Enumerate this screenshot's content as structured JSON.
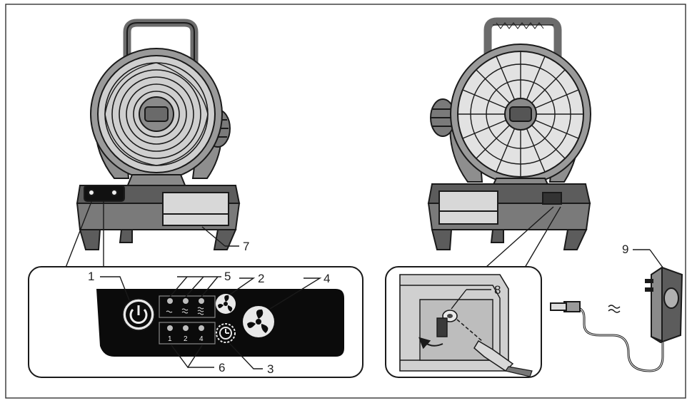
{
  "callouts": [
    "1",
    "2",
    "3",
    "4",
    "5",
    "6",
    "7",
    "8",
    "9"
  ],
  "timer_digits": [
    "1",
    "2",
    "4"
  ],
  "icons": {
    "power": "power-icon",
    "fan_mode": "fan-icon",
    "fan_speed": "fan-speed-icon",
    "timer": "timer-icon",
    "rotate": "rotate-arrow-icon",
    "plug": "ac-plug-icon"
  },
  "colors": {
    "line": "#1a1a1a",
    "panel": "#0b0b0b",
    "shade": "#b5b5b5",
    "housing": "#5c5c5c"
  }
}
